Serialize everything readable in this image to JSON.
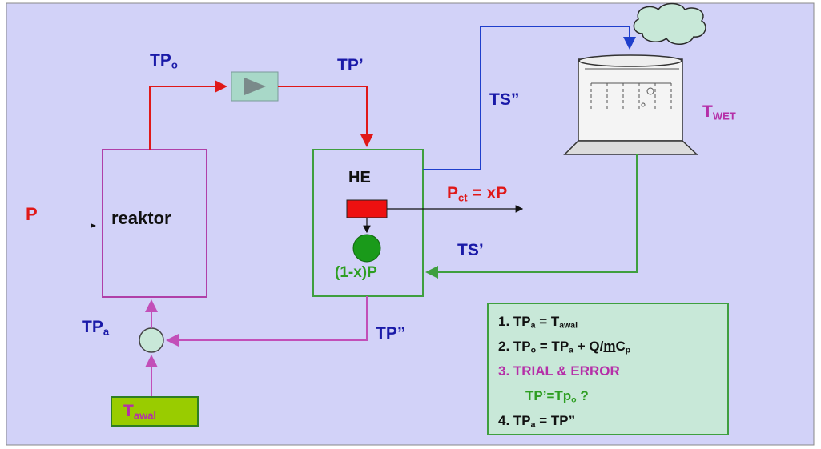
{
  "colors": {
    "background": "#d2d2f8",
    "stream_primary": "#e01818",
    "stream_secondary": "#1f3fcc",
    "stream_return": "#3f9f3f",
    "stream_recycle": "#c24fb8",
    "label_blue": "#1a1aa8"
  },
  "labels": {
    "tp_o": {
      "main": "TP",
      "sub": "o"
    },
    "tp_prime": "TP’",
    "ts_dprime": "TS”",
    "t_wet": {
      "main": "T",
      "sub": "WET"
    },
    "p": "P",
    "reactor": "reaktor",
    "he": "HE",
    "p_ct": {
      "main": "P",
      "sub": "ct",
      "tail": " = xP"
    },
    "one_minus_x_p": "(1-x)P",
    "ts_prime": "TS’",
    "tp_a": {
      "main": "TP",
      "sub": "a"
    },
    "tp_dprime": "TP”",
    "t_awal": {
      "main": "T",
      "sub": "awal"
    }
  },
  "notes": {
    "line1": {
      "a": "1. TP",
      "a_sub": "a",
      "b": " = T",
      "b_sub": "awal"
    },
    "line2": {
      "a": "2. TP",
      "a_sub": "o",
      "b": " = TP",
      "b_sub": "a",
      "c": " + Q/",
      "c_u": "m",
      "d": "C",
      "d_sub": "p"
    },
    "line3": "3. TRIAL & ERROR",
    "line4": {
      "a": "TP’=Tp",
      "a_sub": "o",
      "b": " ?"
    },
    "line5": {
      "a": "4. TP",
      "a_sub": "a",
      "b": " = TP”"
    }
  }
}
